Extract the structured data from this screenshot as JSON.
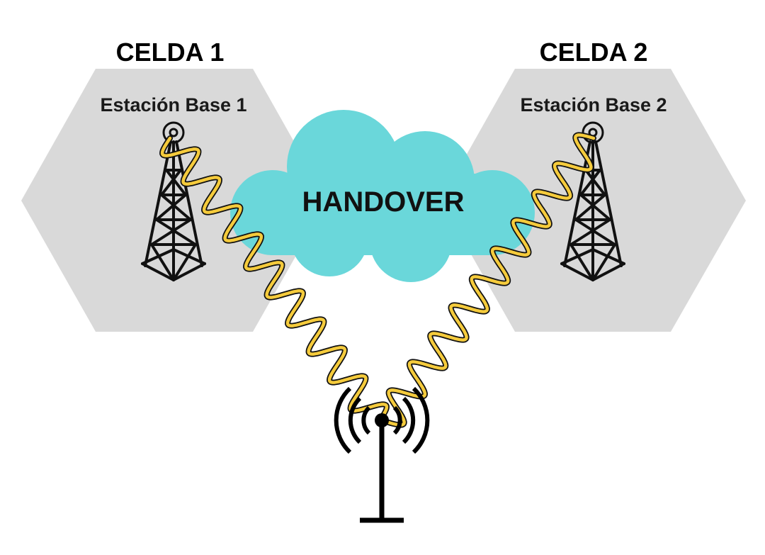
{
  "diagram": {
    "title_center": "HANDOVER",
    "cells": [
      {
        "title": "CELDA 1",
        "base_station": "Estación Base 1"
      },
      {
        "title": "CELDA 2",
        "base_station": "Estación Base 2"
      }
    ],
    "colors": {
      "cell_fill": "#d9d9d9",
      "cloud_fill": "#6ad7da",
      "signal_wave": "#f5cb3c",
      "outline": "#111111"
    },
    "icons": [
      "cell-tower-icon",
      "cell-tower-icon",
      "cloud-shape",
      "mobile-antenna-icon",
      "signal-wave"
    ]
  }
}
